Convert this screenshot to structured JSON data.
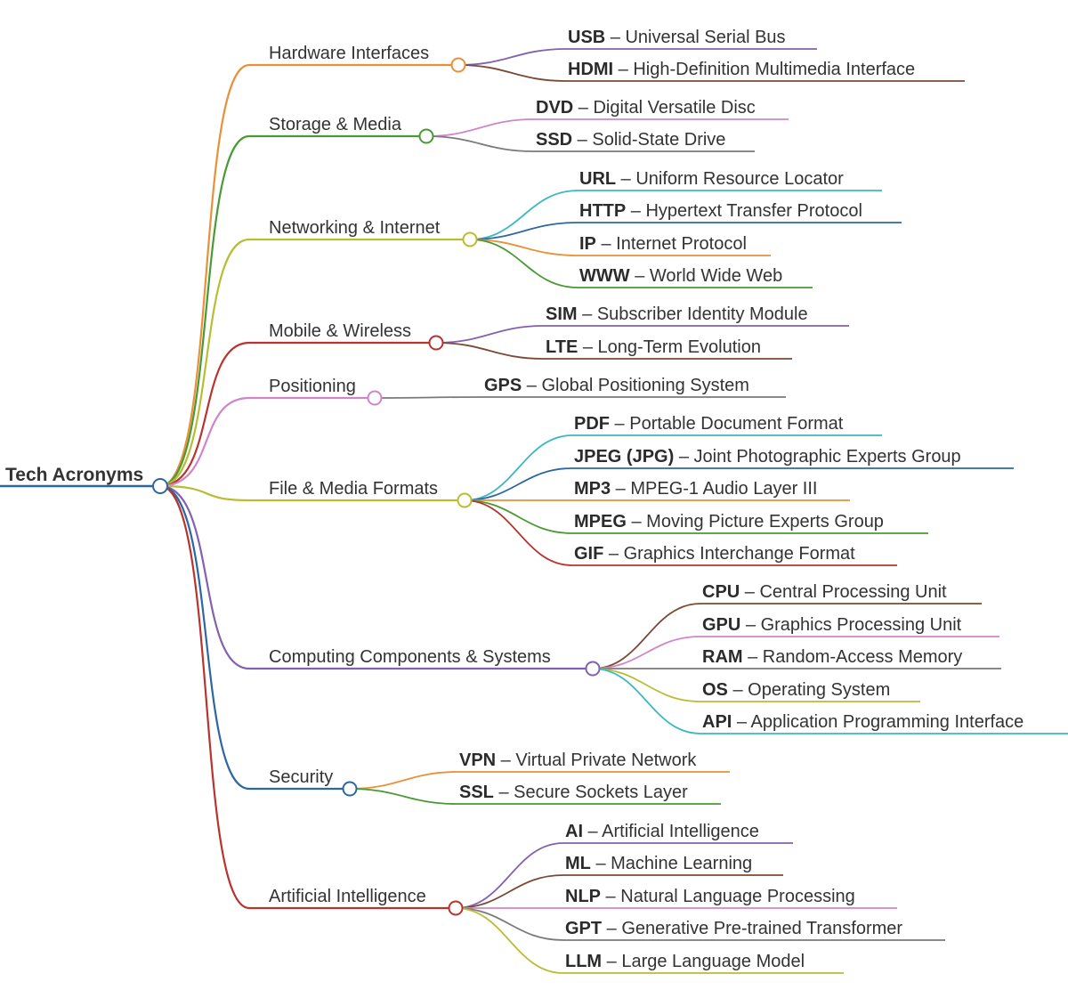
{
  "root": {
    "label": "Tech Acronyms",
    "color": "#2e67a0"
  },
  "separator": " – ",
  "branches": [
    {
      "label": "Hardware Interfaces",
      "color": "#e8913a",
      "leaves": [
        {
          "abbr": "USB",
          "text": "Universal Serial Bus",
          "color": "#8460b0"
        },
        {
          "abbr": "HDMI",
          "text": "High-Definition Multimedia Interface",
          "color": "#7b4a36"
        }
      ]
    },
    {
      "label": "Storage & Media",
      "color": "#4a9a34",
      "leaves": [
        {
          "abbr": "DVD",
          "text": "Digital Versatile Disc",
          "color": "#cf86c8"
        },
        {
          "abbr": "SSD",
          "text": "Solid-State Drive",
          "color": "#7a7a7a"
        }
      ]
    },
    {
      "label": "Networking & Internet",
      "color": "#b8be34",
      "leaves": [
        {
          "abbr": "URL",
          "text": "Uniform Resource Locator",
          "color": "#3bb8c4"
        },
        {
          "abbr": "HTTP",
          "text": "Hypertext Transfer Protocol",
          "color": "#2e67a0"
        },
        {
          "abbr": "IP",
          "text": "Internet Protocol",
          "color": "#e8913a"
        },
        {
          "abbr": "WWW",
          "text": "World Wide Web",
          "color": "#4a9a34"
        }
      ]
    },
    {
      "label": "Mobile & Wireless",
      "color": "#b8342e",
      "leaves": [
        {
          "abbr": "SIM",
          "text": "Subscriber Identity Module",
          "color": "#8460b0"
        },
        {
          "abbr": "LTE",
          "text": "Long-Term Evolution",
          "color": "#7b4a36"
        }
      ]
    },
    {
      "label": "Positioning",
      "color": "#cf86c8",
      "leaves": [
        {
          "abbr": "GPS",
          "text": "Global Positioning System",
          "color": "#7a7a7a"
        }
      ]
    },
    {
      "label": "File & Media Formats",
      "color": "#b8be34",
      "leaves": [
        {
          "abbr": "PDF",
          "text": "Portable Document Format",
          "color": "#3bb8c4"
        },
        {
          "abbr": "JPEG (JPG)",
          "text": "Joint Photographic Experts Group",
          "color": "#2e67a0"
        },
        {
          "abbr": "MP3",
          "text": "MPEG-1 Audio Layer III",
          "color": "#e8913a"
        },
        {
          "abbr": "MPEG",
          "text": "Moving Picture Experts Group",
          "color": "#4a9a34"
        },
        {
          "abbr": "GIF",
          "text": "Graphics Interchange Format",
          "color": "#b8342e"
        }
      ]
    },
    {
      "label": "Computing Components & Systems",
      "color": "#8460b0",
      "leaves": [
        {
          "abbr": "CPU",
          "text": "Central Processing Unit",
          "color": "#7b4a36"
        },
        {
          "abbr": "GPU",
          "text": "Graphics Processing Unit",
          "color": "#cf86c8"
        },
        {
          "abbr": "RAM",
          "text": "Random-Access Memory",
          "color": "#7a7a7a"
        },
        {
          "abbr": "OS",
          "text": "Operating System",
          "color": "#b8be34"
        },
        {
          "abbr": "API",
          "text": "Application Programming Interface",
          "color": "#3bb8c4"
        }
      ]
    },
    {
      "label": "Security",
      "color": "#2e67a0",
      "leaves": [
        {
          "abbr": "VPN",
          "text": "Virtual Private Network",
          "color": "#e8913a"
        },
        {
          "abbr": "SSL",
          "text": "Secure Sockets Layer",
          "color": "#4a9a34"
        }
      ]
    },
    {
      "label": "Artificial Intelligence",
      "color": "#b8342e",
      "leaves": [
        {
          "abbr": "AI",
          "text": "Artificial Intelligence",
          "color": "#8460b0"
        },
        {
          "abbr": "ML",
          "text": "Machine Learning",
          "color": "#7b4a36"
        },
        {
          "abbr": "NLP",
          "text": "Natural Language Processing",
          "color": "#cf86c8"
        },
        {
          "abbr": "GPT",
          "text": "Generative Pre-trained Transformer",
          "color": "#7a7a7a"
        },
        {
          "abbr": "LLM",
          "text": "Large Language Model",
          "color": "#b8be34"
        }
      ]
    }
  ]
}
